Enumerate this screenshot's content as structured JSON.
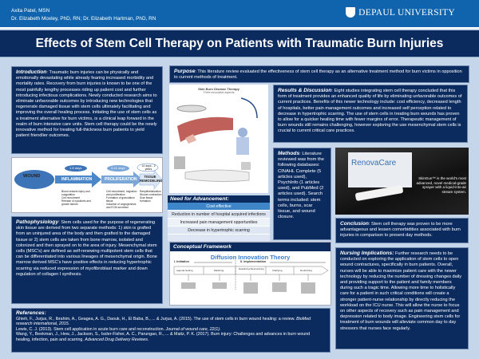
{
  "header": {
    "author": "Axita Patel, MSN",
    "coauthors": "Dr. Elizabeth Moxley, PhD, RN; Dr. Elizabeth Hartman, PhD, RN",
    "logo": "DEPAUL UNIVERSITY"
  },
  "title": "Effects of Stem Cell Therapy on Patients with Traumatic Burn Injuries",
  "introduction": {
    "heading": "Introduction",
    "text": ": Traumatic burn injuries can be physically and emotionally devastating while already fearing increased morbidity and mortality rates. Recovery from burn injuries is known to be one of the most painfully lengthy processes riding up patient cost and further introducing infectious complications. Newly conducted research aims to eliminate unfavorable outcomes by introducing new technologies that regenerate damaged tissue with stem cells ultimately facilitating and improving the overall healing process. Initiating the use of stem cells as a treatment alternative for burn victims, is a clinical leap forward in the realm of burn intensive care units. Stem cell therapy could be the newly innovative method for treating full-thickness burn patients to yield patient friendlier outcomes."
  },
  "wound_diagram": {
    "stages": [
      "WOUND",
      "INFLAMMATION",
      "PROLIFERATION",
      "TISSUE REMODELING"
    ],
    "durations": [
      "1-5 days",
      "3-21 days",
      "14 days - 2 years"
    ],
    "notes": [
      [
        "Blood vessels injury and coagulation",
        "Cell recruitment",
        "Release of cytokines and growth factors"
      ],
      [
        "Cell recruitment, migration and proliferation",
        "Formation of granulation tissue",
        "Induction of angiogenesis and ECM secretion"
      ],
      [
        "Reepithelialization",
        "Wound contraction",
        "Scar tissue formation"
      ]
    ]
  },
  "pathophysiology": {
    "heading": "Pathophysiology",
    "text": ": Stem cells used for the purpose of regenerating skin tissue are derived from two separate methods: 1) skin is grafted from an uninjured area of the body and then grafted to the damaged tissue or 2) stem cells are taken from bone marrow, isolated and colonized and then sprayed on to the area of injury. Mesenchymal stem cells (MSC's) are defined as self-renewing multipotent stem cells that can be differentiated into various lineages of mesenchymal origin. Bone marrow derived MSC's have positive effects in reducing hypertrophic scarring via reduced expression of myofibroblast marker and down regulation of collagen I synthesis."
  },
  "purpose": {
    "heading": "Purpose",
    "text": ":  This literature review evaluated the effectiveness of stem cell therapy as an alternative treatment method for burn victims in opposition to current methods of treatment."
  },
  "therapy_figure": {
    "title": "Skin Burn Disease Therapy",
    "subtitle": "Three innovative aspects"
  },
  "results": {
    "heading": "Results & Discussion",
    "text": ": Eight studies integrating stem cell therapy concluded that this form of treatment provides an enhanced quality of life by eliminating unfavorable outcomes of current practices. Benefits of this newer technology include: cost efficiency, decreased length of hospitals, better pain management outcomes and increased self perception related to decrease in hypertrophic scarring. The use of stem cells in treating burn wounds has proven to allow for a quicker healing time with fewer margins of error. Therapeutic management of burn wounds still remains challenging, however exploring the use mesenchymal stem cells is crucial to current critical care practices."
  },
  "need": {
    "heading": "Need for Advancement:",
    "items": [
      "Cost effective",
      "Reduction in number of hospital acquired infections",
      "Increased pain management opportunities",
      "Decrease in hypertrophic scarring"
    ]
  },
  "methods": {
    "heading": "Methods",
    "text": ": Literature reviewed was from the following databases: CINAHL Complete (5 articles used), PsychInfo (1 articles used), and PubMed (2 articles used).  Search terms included: stem cells, burns, scar tissue, and wound closure."
  },
  "photo": {
    "brand": "RenovaCare",
    "caption": "SkinGun™ is the world's most advanced, novel medical-grade sprayer with a liquid-into-air stream system."
  },
  "conclusion": {
    "heading": "Conclusion",
    "text": ": Stem cell therapy was proven to be more advantageous and lessen comorbidities associated with burn injuries in comparison to present day methods."
  },
  "framework": {
    "heading": "Conceptual Framework",
    "title": "Diffusion Innovation Theory",
    "phases": [
      "I. Initiation",
      "II. Implementation"
    ],
    "steps": [
      "Agenda Setting",
      "Matching",
      "Redefining/ Restructuring",
      "Clarifying",
      "Routinizing"
    ]
  },
  "nursing": {
    "heading": "Nursing Implications:",
    "text": " Further research needs to be conducted on exploring the application of stem cells to open wound contractures, specifically in burn patients. Overall, nurses will be able to maximize patient care with the newer technology by reducing the number of dressing changes daily and providing support to the patient and family members during such a tragic time. Allowing more time to holistically care for a patient in such critical conditions will create a stronger patient-nurse relationship by directly reducing the workload on the ICU nurse. This will allow the nurse to focus on other aspects of recovery such as pain management and depression related to body image. Engineering stem cells for treatment of burn wounds will alleviate common day to day stressors that nurses face regularly."
  },
  "references": {
    "heading": "References",
    "items": [
      {
        "text": "Ghieh, F., Jurjus, R., Ibrahim, A., Geagea, A. G., Daouk, H., El Baba, B., ... & Jurjus, A. (2015). The use of stem cells in burn wound healing: a review. ",
        "italic": "BioMed research international, 2015."
      },
      {
        "text": "Lewis, C. J. (2013). Stem cell application in acute burn care and reconstruction. ",
        "italic": "Journal of wound care, 22(1)."
      },
      {
        "text": "Wang, Y., Beekman, J., Hew, J., Jackson, S., Issler-Fisher, A. C., Parungao, R., ... & Maitz, P. K. (2017). Burn injury: Challenges and advances in burn wound healing, infection, pain and scarring. ",
        "italic": "Advanced Drug Delivery Reviews."
      }
    ]
  }
}
